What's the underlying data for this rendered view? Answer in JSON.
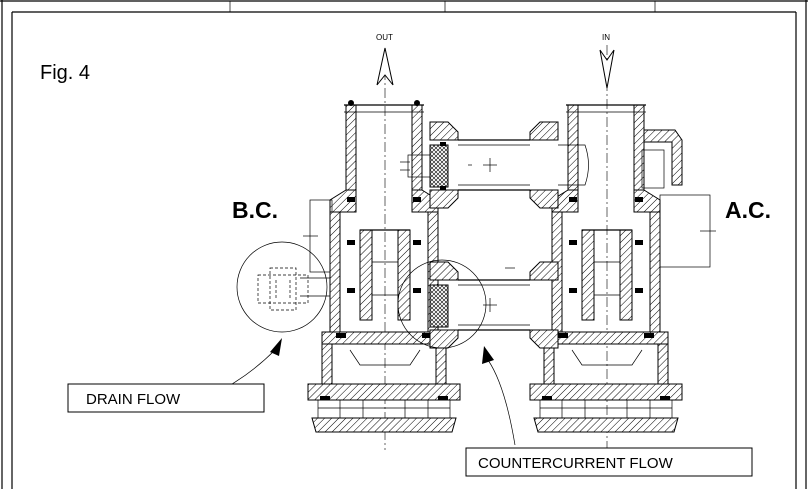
{
  "figure": {
    "title": "Fig. 4",
    "labels": {
      "out": "OUT",
      "in": "IN",
      "bc": "B.C.",
      "ac": "A.C.",
      "drain_flow": "DRAIN FLOW",
      "countercurrent_flow": "COUNTERCURRENT FLOW"
    }
  }
}
